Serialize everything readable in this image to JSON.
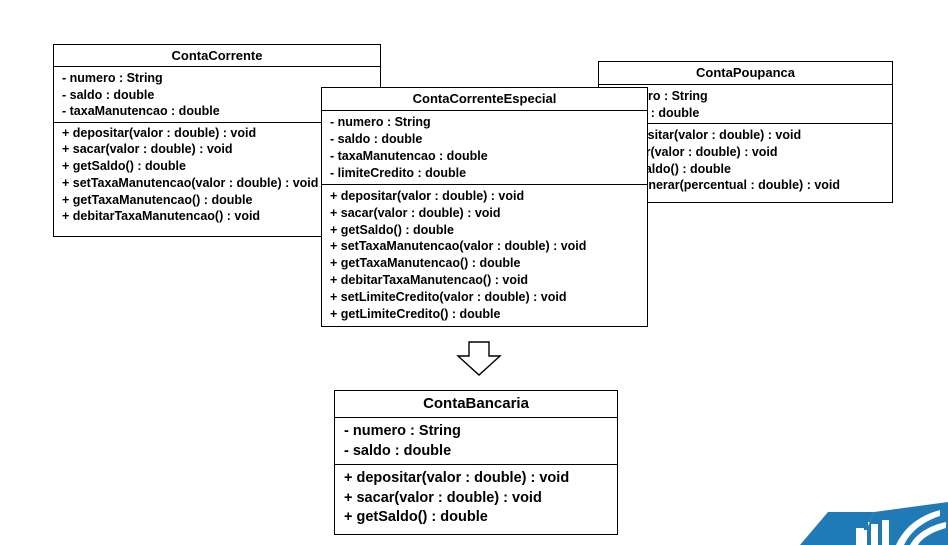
{
  "classes": {
    "conta_corrente": {
      "name": "ContaCorrente",
      "attributes": [
        "- numero : String",
        "- saldo : double",
        "- taxaManutencao : double"
      ],
      "operations": [
        "+ depositar(valor : double) : void",
        "+ sacar(valor : double) : void",
        "+ getSaldo() : double",
        "+ setTaxaManutencao(valor : double) : void",
        "+ getTaxaManutencao() : double",
        "+ debitarTaxaManutencao() : void"
      ]
    },
    "conta_corrente_especial": {
      "name": "ContaCorrenteEspecial",
      "attributes": [
        "- numero : String",
        "- saldo : double",
        "- taxaManutencao : double",
        "- limiteCredito : double"
      ],
      "operations": [
        "+ depositar(valor : double) : void",
        "+ sacar(valor : double) : void",
        "+ getSaldo() : double",
        "+ setTaxaManutencao(valor : double) : void",
        "+ getTaxaManutencao() : double",
        "+ debitarTaxaManutencao() : void",
        "+ setLimiteCredito(valor : double) : void",
        "+ getLimiteCredito() : double"
      ]
    },
    "conta_poupanca": {
      "name": "ContaPoupanca",
      "attributes": [
        "- numero : String",
        "- saldo : double"
      ],
      "operations": [
        "+ depositar(valor : double) : void",
        "+ sacar(valor : double) : void",
        "+ getSaldo() : double",
        "+ remunerar(percentual : double) : void"
      ]
    },
    "conta_bancaria": {
      "name": "ContaBancaria",
      "attributes": [
        "- numero : String",
        "- saldo : double"
      ],
      "operations": [
        "+ depositar(valor : double) : void",
        "+ sacar(valor : double) : void",
        "+ getSaldo() : double"
      ]
    }
  },
  "arrow_icon": "hollow-down-arrow",
  "logo_icon": "book-logo",
  "colors": {
    "line": "#000000",
    "background": "#ffffff",
    "logo": "#1f7ab5"
  }
}
